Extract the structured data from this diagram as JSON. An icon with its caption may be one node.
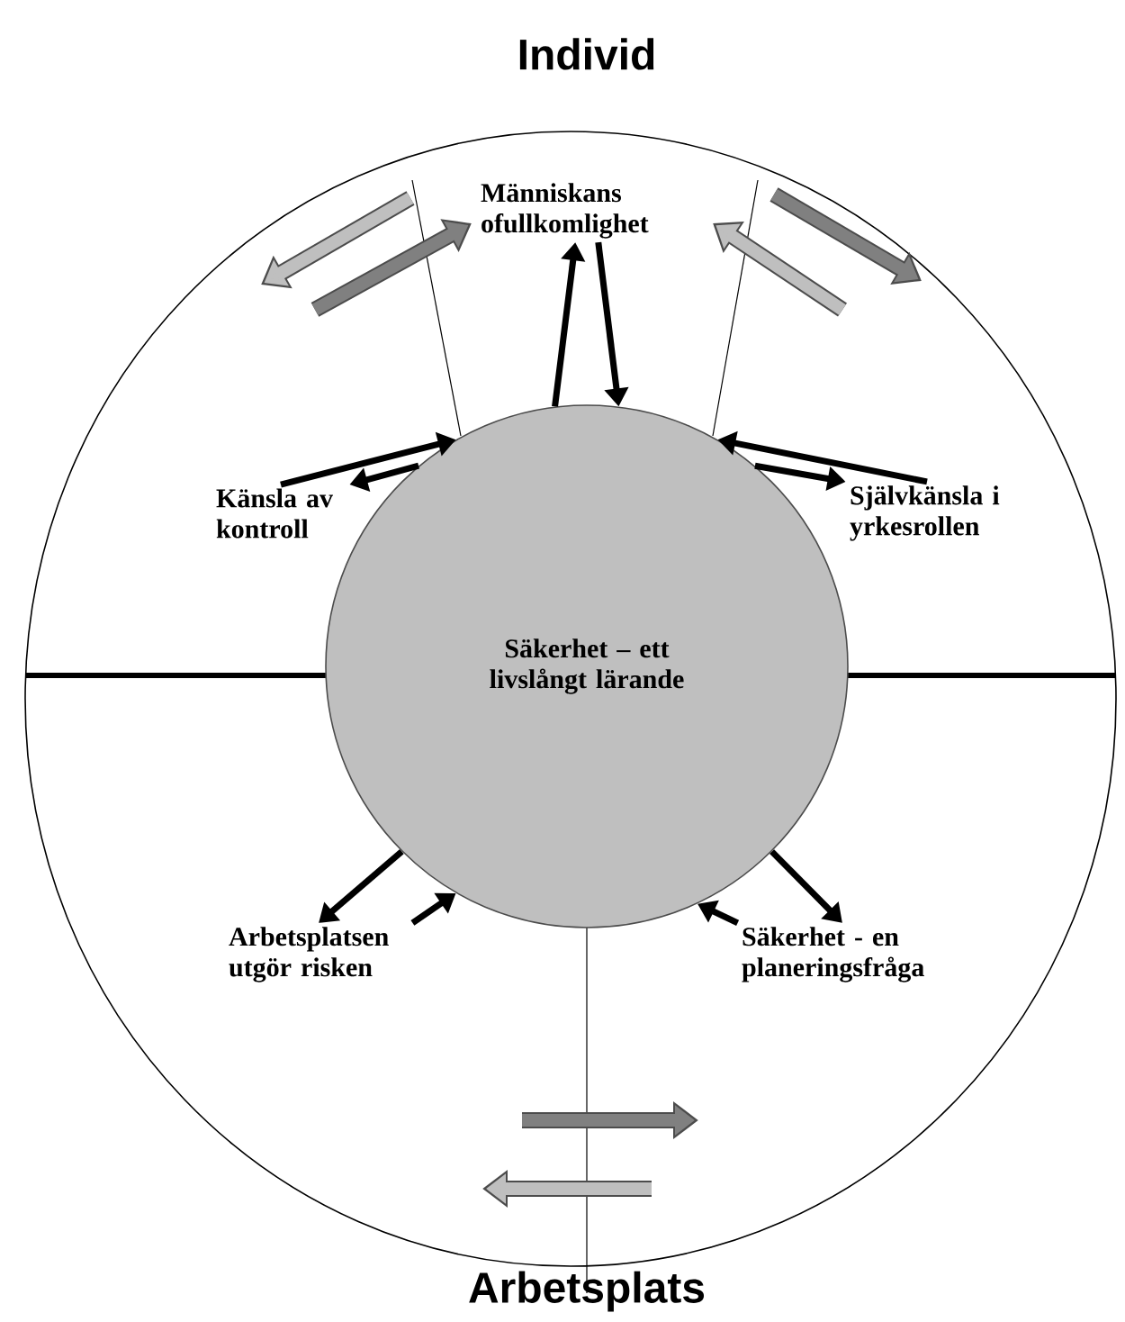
{
  "diagram": {
    "nodes": [
      {
        "text": [
          "Säkerhet – ett livslångt lärande"
        ]
      },
      {
        "text": [
          "Känsla av kontroll"
        ]
      },
      {
        "text": [
          "Människans ofullkomlighet"
        ]
      },
      {
        "text": [
          "Självkänsla i yrkesrollen"
        ]
      },
      {
        "text": [
          "Arbetsplatsen utgör risken"
        ]
      },
      {
        "text": [
          "Säkerhet - en planeringsfråga"
        ]
      }
    ],
    "edges": [
      {
        "from": 0,
        "to": 1,
        "arrow": "to"
      },
      {
        "from": 1,
        "to": 0,
        "arrow": "to"
      },
      {
        "from": 0,
        "to": 2,
        "arrow": "to"
      },
      {
        "from": 2,
        "to": 0,
        "arrow": "to"
      },
      {
        "from": 0,
        "to": 3,
        "arrow": "to"
      },
      {
        "from": 3,
        "to": 0,
        "arrow": "to"
      },
      {
        "from": 0,
        "to": 4,
        "arrow": "to"
      },
      {
        "from": 4,
        "to": 0,
        "arrow": "to"
      },
      {
        "from": 0,
        "to": 5,
        "arrow": "to"
      },
      {
        "from": 5,
        "to": 0,
        "arrow": "to"
      }
    ],
    "labels": [
      "Individ",
      "Arbetsplats"
    ]
  }
}
